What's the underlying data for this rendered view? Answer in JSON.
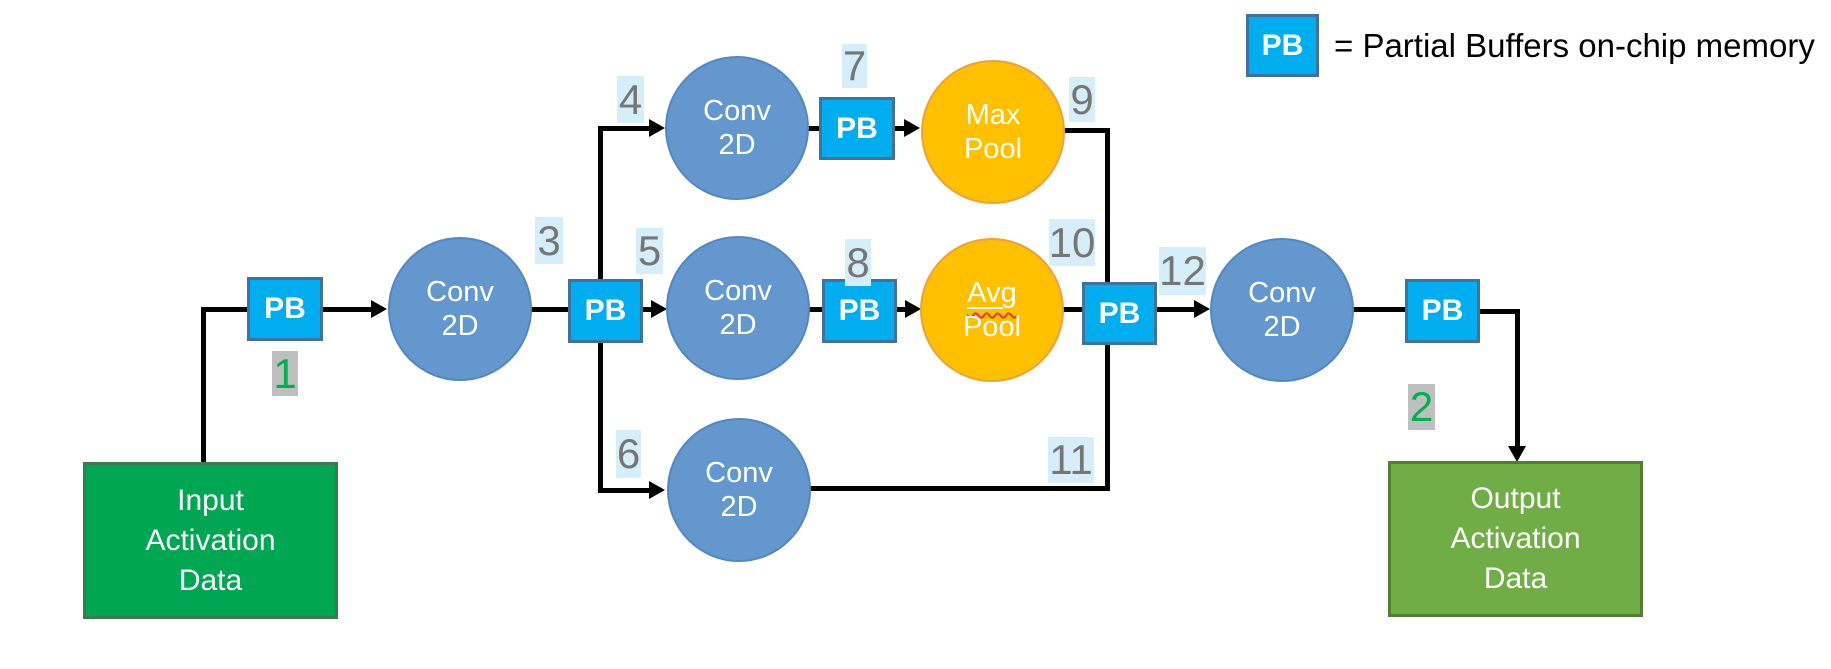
{
  "legend": {
    "pb_label": "PB",
    "definition": "= Partial Buffers on-chip memory"
  },
  "nodes": {
    "pb": "PB",
    "conv": {
      "line1": "Conv",
      "line2": "2D"
    },
    "maxpool": {
      "line1": "Max",
      "line2": "Pool"
    },
    "avgpool": {
      "line1": "Avg",
      "line2": "Pool"
    },
    "input": {
      "line1": "Input",
      "line2": "Activation",
      "line3": "Data"
    },
    "output": {
      "line1": "Output",
      "line2": "Activation",
      "line3": "Data"
    }
  },
  "badges": {
    "b1": "1",
    "b2": "2",
    "b3": "3",
    "b4": "4",
    "b5": "5",
    "b6": "6",
    "b7": "7",
    "b8": "8",
    "b9": "9",
    "b10": "10",
    "b11": "11",
    "b12": "12"
  },
  "colors": {
    "line": "#000000",
    "pb-fill": "#00AEEF",
    "pb-border": "#41719C",
    "conv-fill": "#6397CE",
    "conv-border": "#5488BC",
    "pool-fill": "#FFC000",
    "pool-border": "#E8A33D",
    "input-fill": "#00A651",
    "input-border": "#3A7A50",
    "output-fill": "#70AD47",
    "output-border": "#507E32",
    "badge-blue-bg": "#D6EEF9",
    "badge-gray-bg": "#BFBFBF",
    "badge-gray-text": "#767676",
    "badge-green-text": "#00B050"
  }
}
